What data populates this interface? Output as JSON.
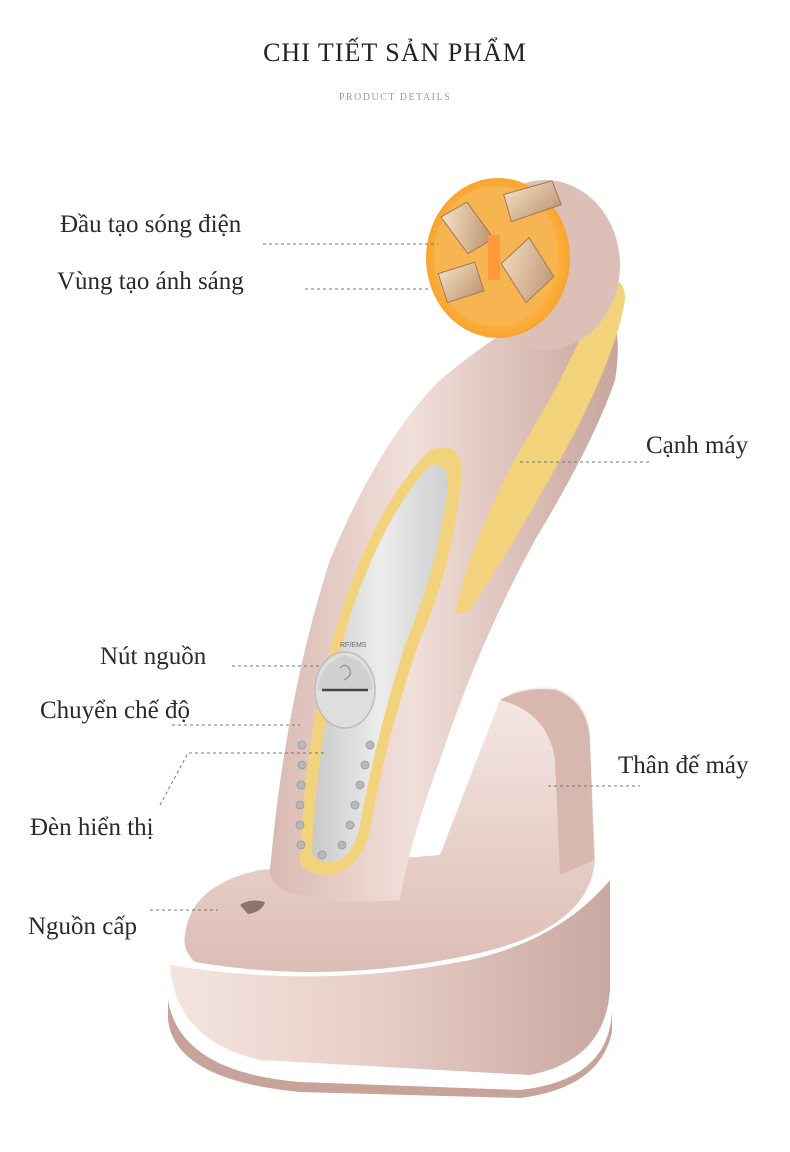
{
  "header": {
    "title": "CHI TIẾT SẢN PHẨM",
    "subtitle": "PRODUCT DETAILS"
  },
  "device": {
    "button_text": "RF/EMS",
    "colors": {
      "body": "#e7cfc8",
      "accent_gold": "#f2d27a",
      "light_glow": "#ffb84a",
      "panel": "#dcdcdc"
    }
  },
  "callouts": [
    {
      "id": "electrode-head",
      "text": "Đầu tạo sóng điện"
    },
    {
      "id": "light-zone",
      "text": "Vùng tạo ánh sáng"
    },
    {
      "id": "device-edge",
      "text": "Cạnh máy"
    },
    {
      "id": "power-button",
      "text": "Nút nguồn"
    },
    {
      "id": "mode-switch",
      "text": "Chuyển chế độ"
    },
    {
      "id": "base-body",
      "text": "Thân đế máy"
    },
    {
      "id": "indicator-lights",
      "text": "Đèn hiển thị"
    },
    {
      "id": "power-supply",
      "text": "Nguồn cấp"
    }
  ]
}
